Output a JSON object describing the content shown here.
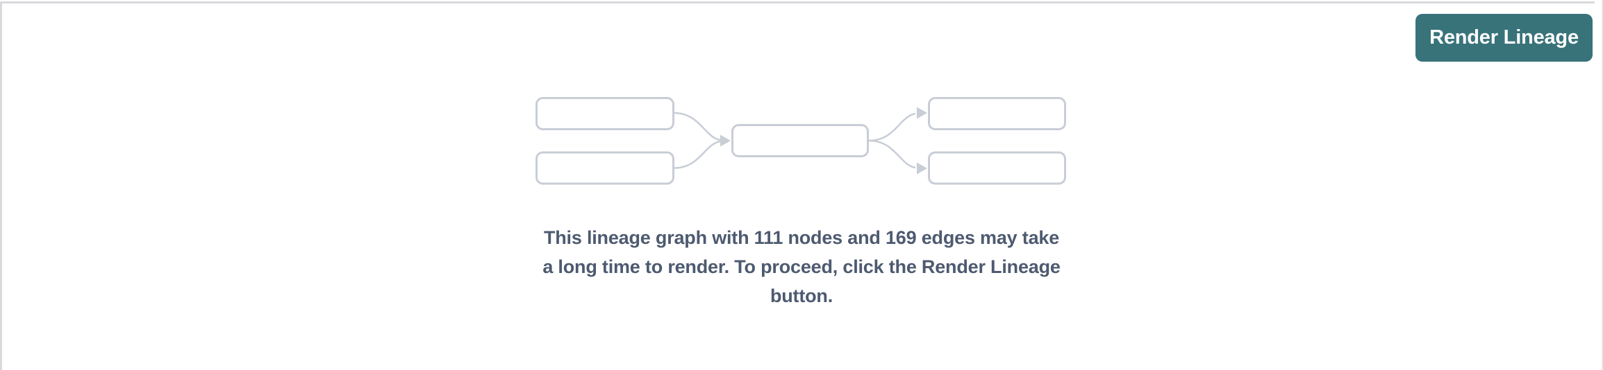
{
  "toolbar": {
    "render_button_label": "Render Lineage"
  },
  "empty_state": {
    "message_full": "This lineage graph with 111 nodes and 169 edges may take a long time to render. To proceed, click the Render Lineage button.",
    "message_lines": [
      "This lineage graph with 111 nodes and 169 edges may take",
      "a long time to render. To proceed, click the Render Lineage",
      "button."
    ],
    "node_count": "111",
    "edge_count": "169",
    "diagram": {
      "icon": "lineage-graph-placeholder",
      "node_boxes": "5"
    }
  },
  "colors": {
    "accent_teal": "#38737a",
    "button_text": "#ffffff",
    "message_text": "#4d5a70",
    "placeholder_stroke": "#c8cdd6",
    "border_gray": "#d9d9dd",
    "background": "#ffffff"
  }
}
